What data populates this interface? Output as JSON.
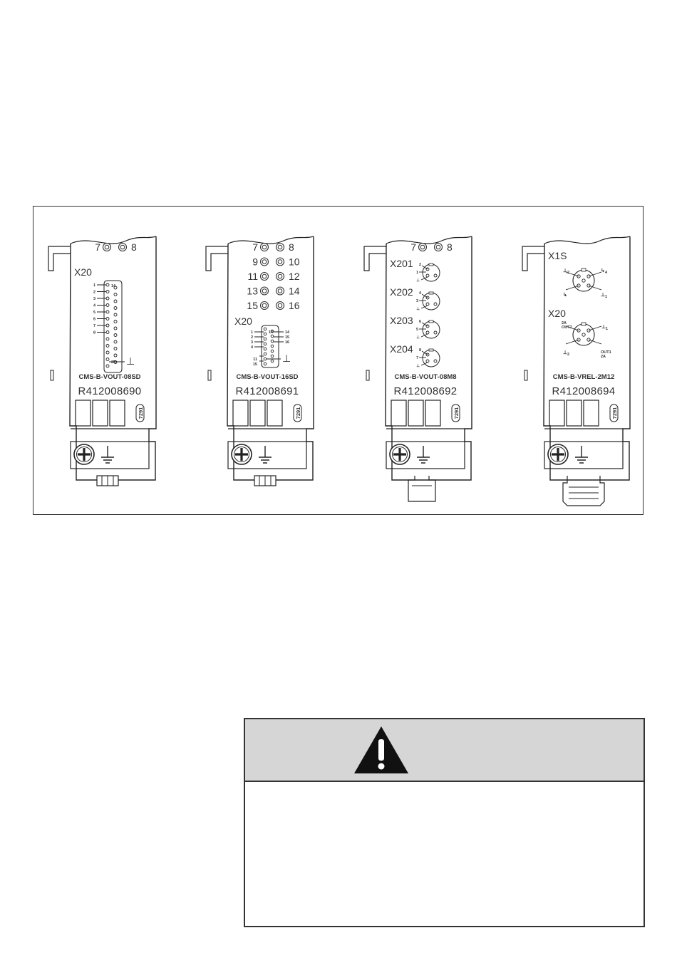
{
  "modules": [
    {
      "id": "m1",
      "name": "CMS-B-VOUT-08SD",
      "part_number": "R412008690",
      "badge": "7291",
      "leds": [
        "7",
        "8"
      ],
      "connector_labels": [
        "X20"
      ],
      "d_sub_pins_left": [
        "1",
        "2",
        "3",
        "4",
        "5",
        "6",
        "7",
        "8"
      ],
      "d_sub_pins_right": [
        "14"
      ],
      "d_sub_pins_bottom": [
        "25"
      ],
      "ground_symbol": "⊥"
    },
    {
      "id": "m2",
      "name": "CMS-B-VOUT-16SD",
      "part_number": "R412008691",
      "badge": "7291",
      "leds": [
        "7",
        "8",
        "9",
        "10",
        "11",
        "12",
        "13",
        "14",
        "15",
        "16"
      ],
      "connector_labels": [
        "X20"
      ],
      "d_sub_pins_left": [
        "1",
        "2",
        "3",
        "4"
      ],
      "d_sub_pins_right": [
        "14",
        "15",
        "16"
      ],
      "d_sub_pins_mid": [
        "14"
      ],
      "d_sub_pins_bottom": [
        "11",
        "15"
      ],
      "ground_symbol": "⊥"
    },
    {
      "id": "m3",
      "name": "CMS-B-VOUT-08M8",
      "part_number": "R412008692",
      "badge": "7291",
      "leds": [
        "7",
        "8"
      ],
      "connector_labels": [
        "X201",
        "X202",
        "X203",
        "X204"
      ],
      "m8_pins": [
        [
          "2",
          "1"
        ],
        [
          "4",
          "3"
        ],
        [
          "6",
          "5"
        ],
        [
          "8",
          "7"
        ]
      ],
      "ground_symbol": "⊥"
    },
    {
      "id": "m4",
      "name": "CMS-B-VREL-2M12",
      "part_number": "R412008694",
      "badge": "7291",
      "connector_labels": [
        "X1S",
        "X20"
      ],
      "m12_out_labels": [
        "2A",
        "OUT2",
        "OUT1",
        "2A"
      ],
      "pin_subscripts": [
        "2",
        "4",
        "1",
        "1",
        "2"
      ]
    }
  ],
  "icons": [
    "screw-icon",
    "ground-icon",
    "warning-triangle-icon"
  ],
  "colors": {
    "frame": "#333333",
    "warning_header_bg": "#d6d6d6",
    "ink": "#111111",
    "grey_text": "#777777"
  },
  "warning": {
    "body": ""
  }
}
